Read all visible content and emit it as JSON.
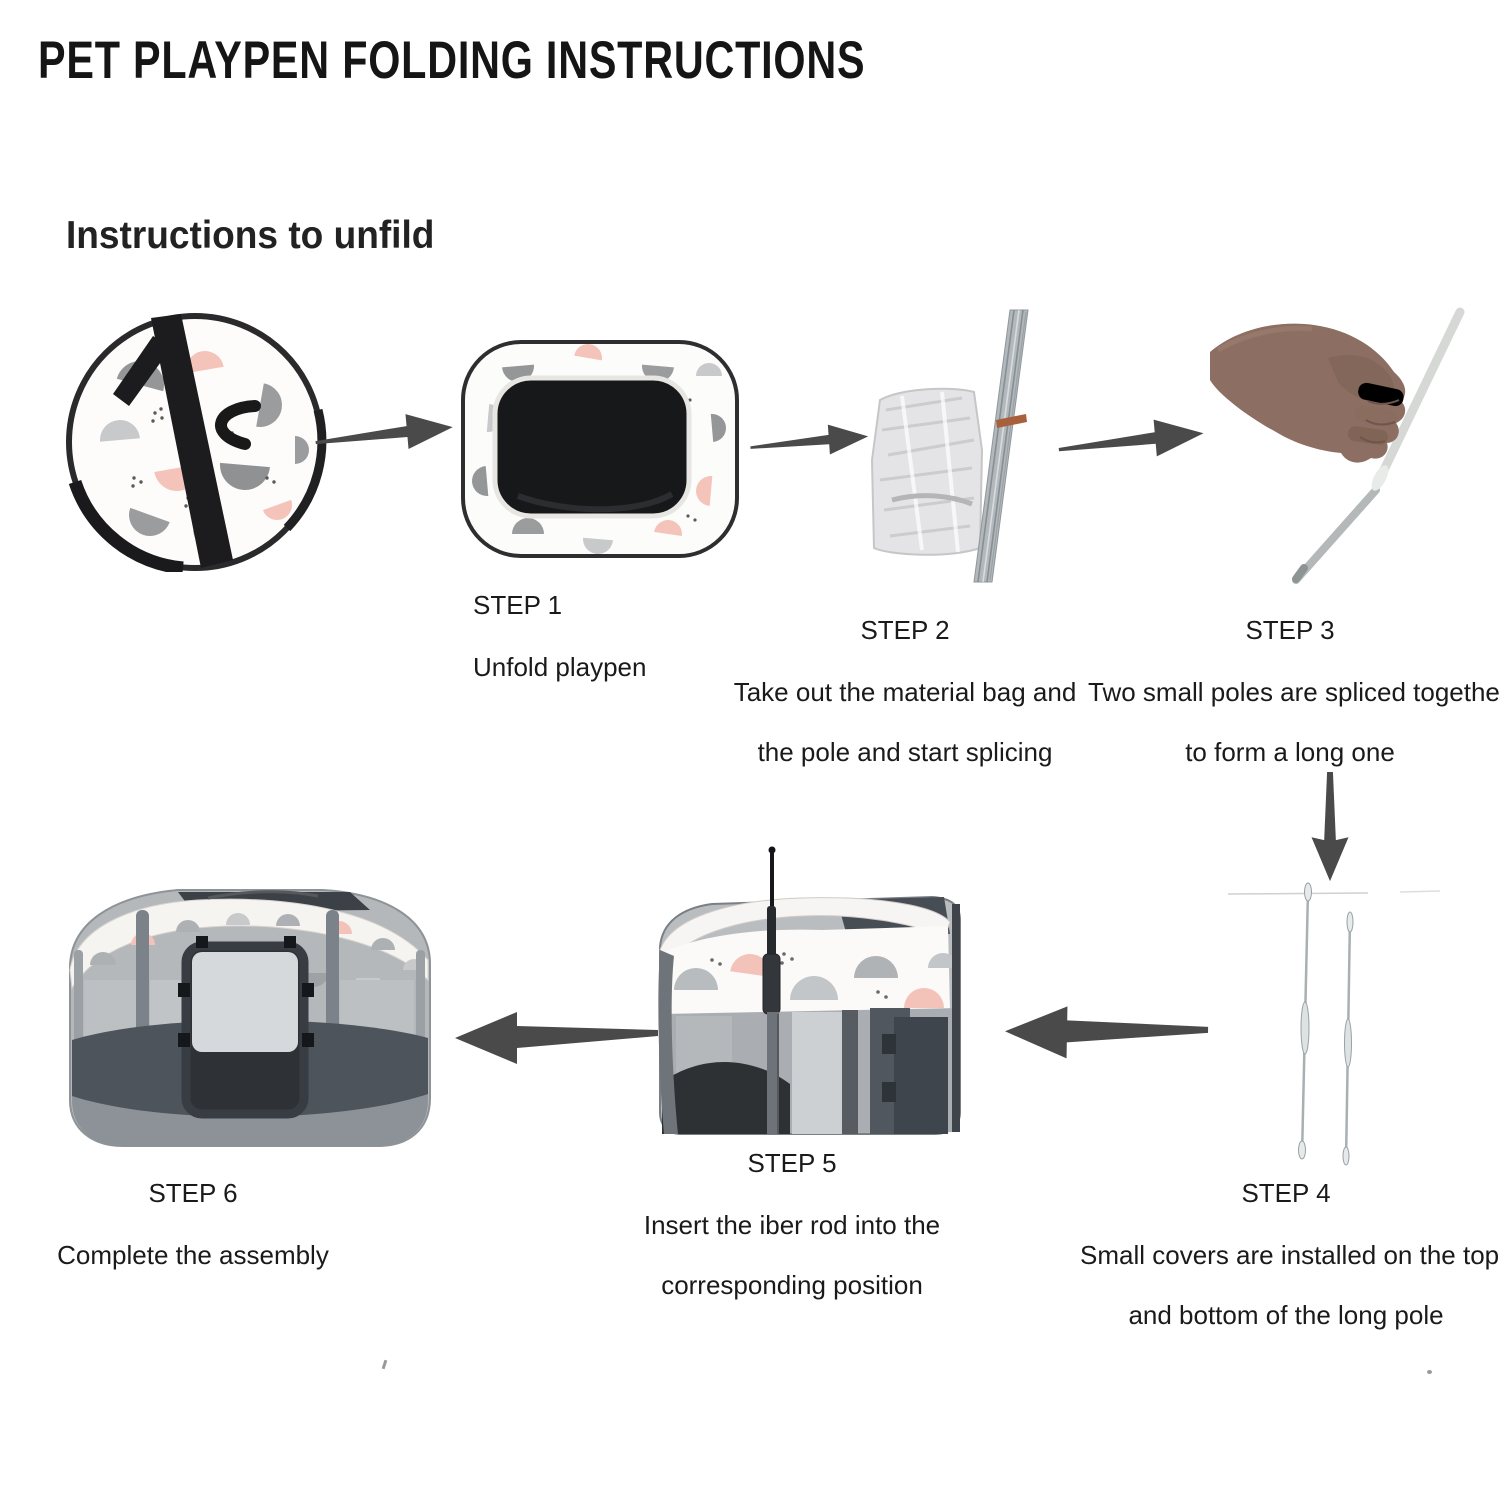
{
  "page": {
    "title": "PET PLAYPEN FOLDING INSTRUCTIONS",
    "subtitle": "Instructions to unfild"
  },
  "steps": {
    "step1": {
      "label": "STEP 1",
      "line1": "Unfold playpen"
    },
    "step2": {
      "label": "STEP 2",
      "line1": "Take out the material bag and",
      "line2": "the pole and start splicing"
    },
    "step3": {
      "label": "STEP 3",
      "line1": "Two small poles are spliced together",
      "line2": "to form a long one"
    },
    "step4": {
      "label": "STEP 4",
      "line1": "Small covers are installed on the top",
      "line2": "and bottom of the long pole"
    },
    "step5": {
      "label": "STEP 5",
      "line1": "Insert the iber rod into the",
      "line2": "corresponding position"
    },
    "step6": {
      "label": "STEP 6",
      "line1": "Complete the assembly"
    }
  },
  "illustrations": {
    "folded_playpen": "folded playpen in round carry form with black straps",
    "unfolded_playpen": "unfolded flat playpen panel with dark mesh window",
    "material_bag_and_poles": "clear material bag beside bundle of gray poles",
    "hand_splicing_poles": "hand splicing two small poles into one",
    "long_poles_with_covers": "long poles with small covers on top and bottom",
    "insert_rod_playpen": "fiber rod being inserted into playpen sleeve",
    "assembled_playpen": "fully assembled pet playpen with door"
  },
  "colors": {
    "text": "#1a1a1a",
    "arrow": "#4a4a4a",
    "pattern_gray": "#949698",
    "pattern_light_gray": "#c7c9ca",
    "pattern_pink": "#f4c4ba",
    "strap_black": "#1c1c1e",
    "mesh_gray": "#b4b8bb",
    "dark_panel": "#474d54",
    "skin_tone": "#8c6f62",
    "pole_gray": "#a8b0b2"
  }
}
